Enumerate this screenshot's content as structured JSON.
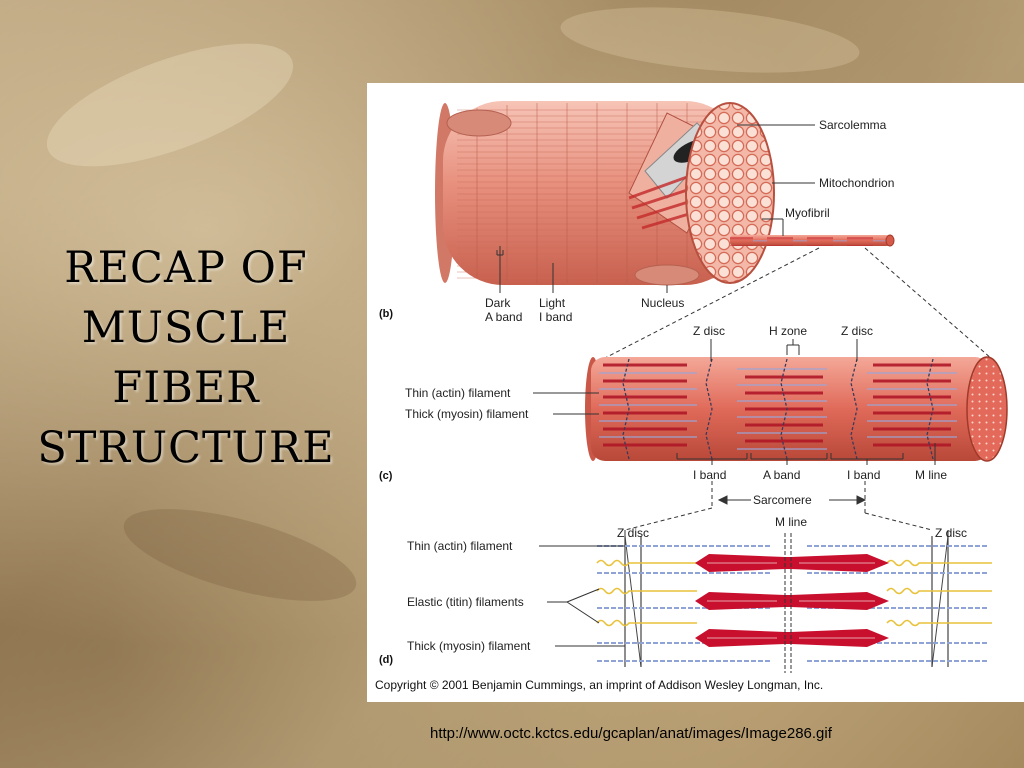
{
  "slide": {
    "title_lines": [
      "RECAP OF",
      "MUSCLE",
      "FIBER",
      "STRUCTURE"
    ],
    "source_url": "http://www.octc.kctcs.edu/gcaplan/anat/images/Image286.gif"
  },
  "figure": {
    "panel_labels": {
      "b": "(b)",
      "c": "(c)",
      "d": "(d)"
    },
    "labels_b": {
      "sarcolemma": "Sarcolemma",
      "mitochondrion": "Mitochondrion",
      "myofibril": "Myofibril",
      "dark_a_band_1": "Dark",
      "dark_a_band_2": "A band",
      "light_i_band_1": "Light",
      "light_i_band_2": "I band",
      "nucleus": "Nucleus"
    },
    "labels_c": {
      "z_disc_left": "Z disc",
      "h_zone": "H zone",
      "z_disc_right": "Z disc",
      "thin_filament": "Thin (actin) filament",
      "thick_filament": "Thick (myosin) filament",
      "i_band_left": "I band",
      "a_band": "A band",
      "i_band_right": "I band",
      "m_line": "M line",
      "sarcomere": "Sarcomere"
    },
    "labels_d": {
      "m_line": "M line",
      "z_disc_left": "Z disc",
      "z_disc_right": "Z disc",
      "thin_filament": "Thin (actin) filament",
      "elastic_filaments": "Elastic (titin) filaments",
      "thick_filament": "Thick (myosin) filament"
    },
    "copyright": "Copyright © 2001 Benjamin Cummings, an imprint of Addison Wesley Longman, Inc."
  },
  "colors": {
    "muscle": "#e8907e",
    "myosin": "#c8102e",
    "actin": "#8fa3d6",
    "titin": "#e8c23a"
  }
}
